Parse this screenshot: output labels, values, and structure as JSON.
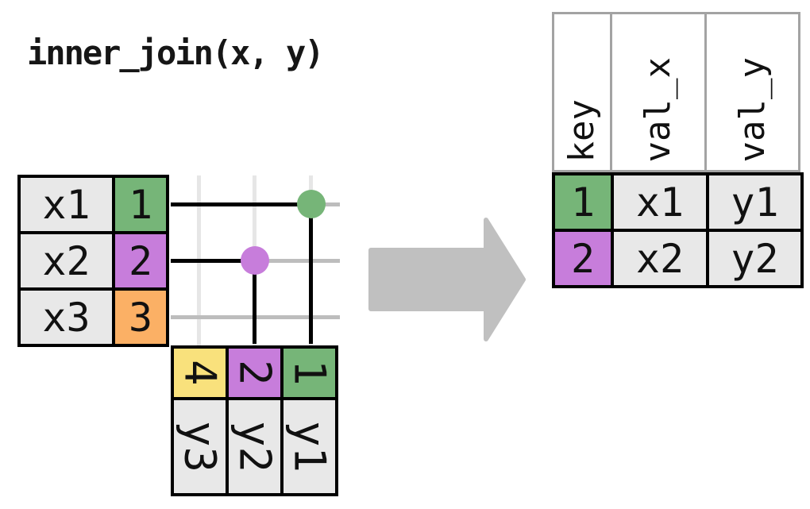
{
  "title": "inner_join(x, y)",
  "colors": {
    "green": "#76b578",
    "purple": "#c77ddb",
    "orange": "#fbb065",
    "yellow": "#f9e17c",
    "cell_gray": "#e8e8e8",
    "arrow_gray": "#c0c0c0",
    "grid_light": "#e6e6e6",
    "grid_gray": "#bdbdbd"
  },
  "x_table": {
    "rows": [
      {
        "val": "x1",
        "key": "1",
        "key_color": "green"
      },
      {
        "val": "x2",
        "key": "2",
        "key_color": "purple"
      },
      {
        "val": "x3",
        "key": "3",
        "key_color": "orange"
      }
    ]
  },
  "y_table": {
    "columns": [
      {
        "key": "4",
        "val": "y3",
        "key_color": "yellow"
      },
      {
        "key": "2",
        "val": "y2",
        "key_color": "purple"
      },
      {
        "key": "1",
        "val": "y1",
        "key_color": "green"
      }
    ]
  },
  "matches": [
    {
      "key": "1",
      "color": "green"
    },
    {
      "key": "2",
      "color": "purple"
    }
  ],
  "result_table": {
    "headers": {
      "key": "key",
      "val_x": "val_x",
      "val_y": "val_y"
    },
    "rows": [
      {
        "key": "1",
        "key_color": "green",
        "val_x": "x1",
        "val_y": "y1"
      },
      {
        "key": "2",
        "key_color": "purple",
        "val_x": "x2",
        "val_y": "y2"
      }
    ]
  }
}
